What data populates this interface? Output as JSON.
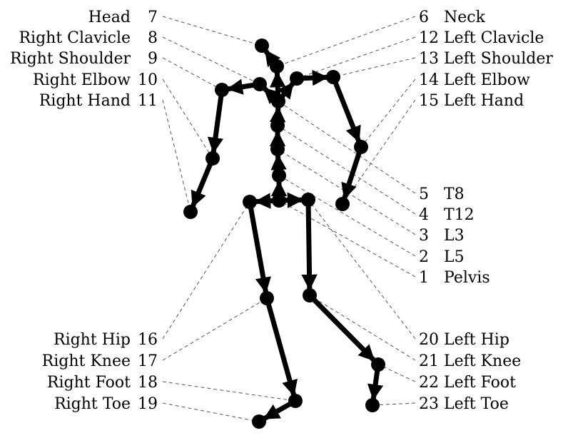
{
  "joints": [
    {
      "id": "1",
      "name": "Pelvis"
    },
    {
      "id": "2",
      "name": "L5"
    },
    {
      "id": "3",
      "name": "L3"
    },
    {
      "id": "4",
      "name": "T12"
    },
    {
      "id": "5",
      "name": "T8"
    },
    {
      "id": "6",
      "name": "Neck"
    },
    {
      "id": "7",
      "name": "Head"
    },
    {
      "id": "8",
      "name": "Right Clavicle"
    },
    {
      "id": "9",
      "name": "Right Shoulder"
    },
    {
      "id": "10",
      "name": "Right Elbow"
    },
    {
      "id": "11",
      "name": "Right Hand"
    },
    {
      "id": "12",
      "name": "Left Clavicle"
    },
    {
      "id": "13",
      "name": "Left Shoulder"
    },
    {
      "id": "14",
      "name": "Left Elbow"
    },
    {
      "id": "15",
      "name": "Left Hand"
    },
    {
      "id": "16",
      "name": "Right Hip"
    },
    {
      "id": "17",
      "name": "Right Knee"
    },
    {
      "id": "18",
      "name": "Right Foot"
    },
    {
      "id": "19",
      "name": "Right Toe"
    },
    {
      "id": "20",
      "name": "Left Hip"
    },
    {
      "id": "21",
      "name": "Left Knee"
    },
    {
      "id": "22",
      "name": "Left Foot"
    },
    {
      "id": "23",
      "name": "Left Toe"
    }
  ],
  "bones": [
    [
      "1",
      "2"
    ],
    [
      "2",
      "3"
    ],
    [
      "3",
      "4"
    ],
    [
      "4",
      "5"
    ],
    [
      "5",
      "6"
    ],
    [
      "6",
      "7"
    ],
    [
      "5",
      "8"
    ],
    [
      "8",
      "9"
    ],
    [
      "9",
      "10"
    ],
    [
      "10",
      "11"
    ],
    [
      "5",
      "12"
    ],
    [
      "12",
      "13"
    ],
    [
      "13",
      "14"
    ],
    [
      "14",
      "15"
    ],
    [
      "1",
      "16"
    ],
    [
      "16",
      "17"
    ],
    [
      "17",
      "18"
    ],
    [
      "18",
      "19"
    ],
    [
      "1",
      "20"
    ],
    [
      "20",
      "21"
    ],
    [
      "21",
      "22"
    ],
    [
      "22",
      "23"
    ]
  ],
  "colors": {
    "skeleton": "#000000",
    "leader": "#555555",
    "text": "#000000"
  }
}
